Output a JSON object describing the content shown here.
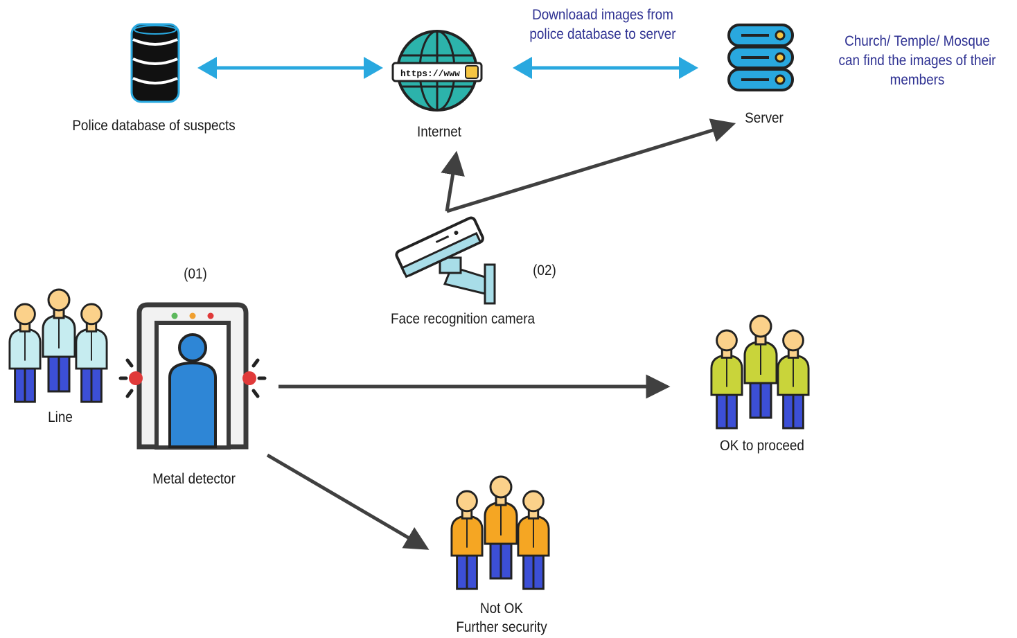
{
  "nodes": {
    "police_db": "Police database of suspects",
    "internet": "Internet",
    "internet_url": "https://www",
    "server": "Server",
    "camera": "Face recognition camera",
    "camera_number": "(02)",
    "detector": "Metal detector",
    "detector_number": "(01)",
    "line": "Line",
    "ok": "OK to proceed",
    "not_ok_line1": "Not OK",
    "not_ok_line2": "Further security"
  },
  "notes": {
    "download_line1": "Downloaad images from",
    "download_line2": "police database to server",
    "church_line1": "Church/ Temple/ Mosque",
    "church_line2": "can find the images of their",
    "church_line3": "members"
  },
  "colors": {
    "blue_arrow": "#29a8df",
    "gray_arrow": "#404040",
    "note_text": "#2e3192",
    "line_group_shirt": "#c6ecf0",
    "ok_group_shirt": "#c9d43a",
    "notok_group_shirt": "#f5a623",
    "pants": "#3c4fd6",
    "skin": "#fbd18a"
  },
  "icons": [
    "database-icon",
    "globe-icon",
    "server-icon",
    "security-camera-icon",
    "metal-detector-icon",
    "people-group-icon"
  ]
}
